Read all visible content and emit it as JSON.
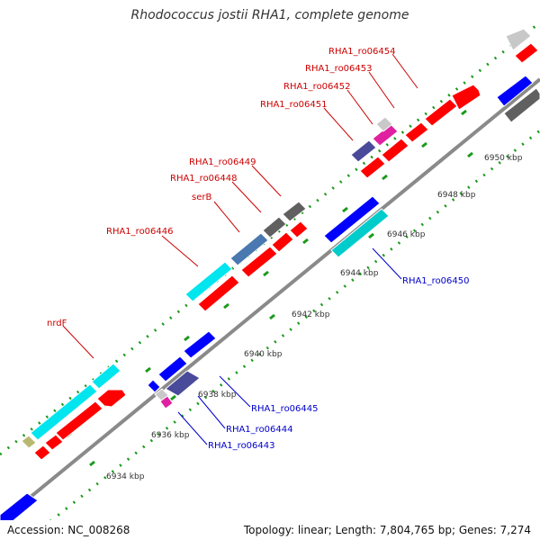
{
  "title": "Rhodococcus jostii RHA1, complete genome",
  "footer": {
    "accession": "Accession: NC_008268",
    "topology": "Topology: linear; Length: 7,804,765 bp; Genes: 7,274"
  },
  "colors": {
    "forward_gene": "#ff0000",
    "reverse_gene": "#0000ff",
    "cyan_gene": "#00e5ee",
    "teal_gene": "#00cccc",
    "gray_gene": "#606060",
    "slate_gene": "#4a4a9a",
    "magenta_gene": "#e020a0",
    "backbone": "#8a8a8a",
    "tick": "#1a9a1a",
    "forward_label": "#cc0000",
    "reverse_label": "#0000cc"
  },
  "scale_labels": [
    "6934 kbp",
    "6936 kbp",
    "6938 kbp",
    "6940 kbp",
    "6942 kbp",
    "6944 kbp",
    "6946 kbp",
    "6948 kbp",
    "6950 kbp"
  ],
  "forward_labels": [
    "nrdF",
    "RHA1_ro06446",
    "serB",
    "RHA1_ro06448",
    "RHA1_ro06449",
    "RHA1_ro06451",
    "RHA1_ro06452",
    "RHA1_ro06453",
    "RHA1_ro06454"
  ],
  "reverse_labels": [
    "RHA1_ro06443",
    "RHA1_ro06444",
    "RHA1_ro06445",
    "RHA1_ro06450"
  ]
}
